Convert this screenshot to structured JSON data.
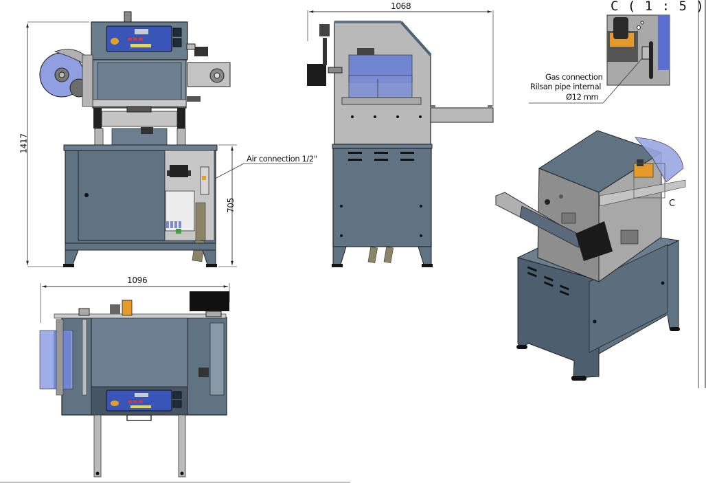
{
  "drawing": {
    "views": {
      "front": {
        "height_dimension": "1417",
        "cabinet_height_dimension": "705",
        "callout_air": "Air connection 1/2\""
      },
      "side": {
        "width_dimension": "1068"
      },
      "top": {
        "width_dimension": "1096"
      },
      "detail": {
        "title": "C ( 1 : 5 )",
        "callout_gas_line1": "Gas connection",
        "callout_gas_line2": "Rilsan pipe internal",
        "callout_gas_line3": "Ø12 mm"
      },
      "isometric": {
        "detail_marker": "C"
      }
    },
    "colors": {
      "body_steel_blue": "#5f7383",
      "panel_grey": "#b9b9b9",
      "film_blue": "#7b8fd6",
      "control_panel_blue": "#3a55b8",
      "black_part": "#1a1a1a",
      "orange_part": "#e59a2a",
      "line": "#222222"
    }
  }
}
